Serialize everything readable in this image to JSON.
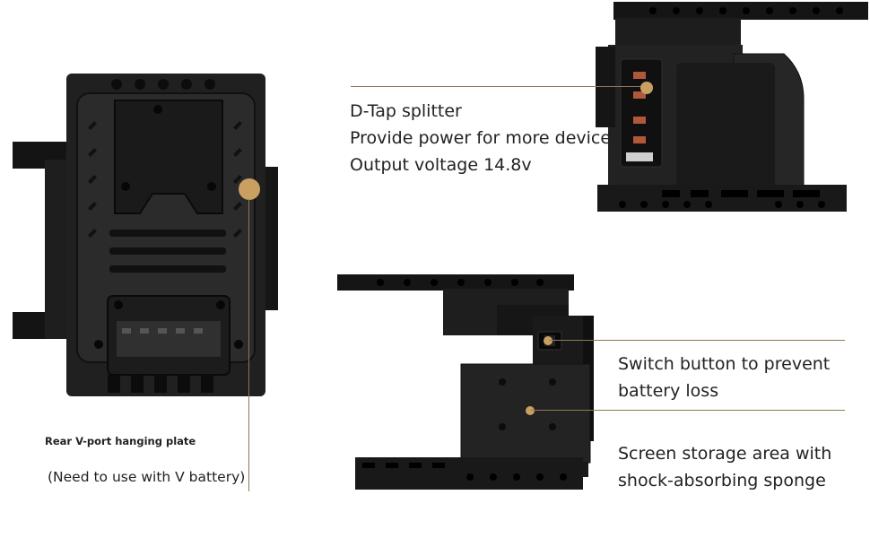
{
  "colors": {
    "accent": "#c9a061",
    "line": "#8c7a52",
    "device": "#1b1b1b"
  },
  "callouts": {
    "dtap": {
      "line1": "D-Tap splitter",
      "line2": "Provide power for more devices",
      "line3": "Output voltage 14.8v"
    },
    "vport": {
      "title": "Rear V-port hanging plate",
      "note": "(Need to use with V battery)"
    },
    "switch": {
      "line1": "Switch button to prevent",
      "line2": "battery loss"
    },
    "screen": {
      "line1": "Screen storage area with",
      "line2": "shock-absorbing sponge"
    }
  }
}
